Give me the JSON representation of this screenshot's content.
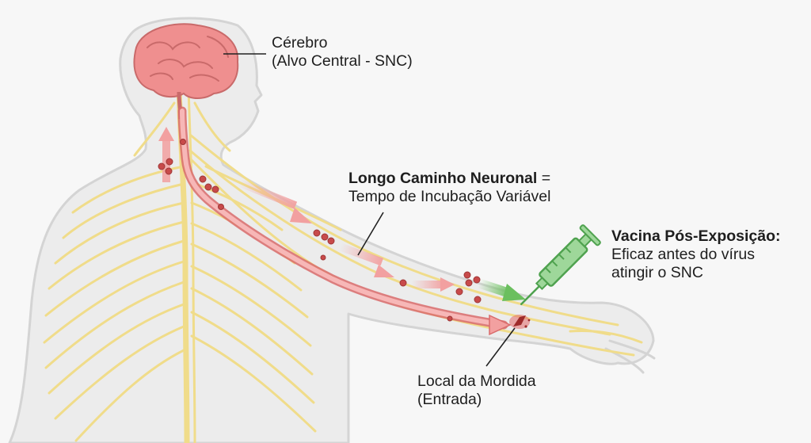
{
  "labels": {
    "brain": {
      "line1": "Cérebro",
      "line2": "(Alvo Central - SNC)"
    },
    "pathway": {
      "line1_bold": "Longo Caminho Neuronal",
      "line1_rest": " =",
      "line2": "Tempo de Incubação Variável"
    },
    "vaccine": {
      "line1_bold": "Vacina Pós-Exposição:",
      "line2": "Eficaz antes do vírus",
      "line3": "atingir o SNC"
    },
    "bite": {
      "line1": "Local da Mordida",
      "line2": "(Entrada)"
    }
  },
  "colors": {
    "background": "#f7f7f7",
    "skin_fill": "#ececec",
    "skin_outline": "#d4d4d4",
    "nerve": "#f0dc8a",
    "brain": "#ef8f8f",
    "brain_dark": "#c96a6a",
    "viral_path": "#f2a0a0",
    "viral_path_edge": "#d96b6b",
    "virus_particle": "#c84a4a",
    "syringe": "#9ed79a",
    "syringe_dark": "#4fa24f",
    "vaccine_arrow": "#6bbf5e"
  },
  "icons": [
    "brain-icon",
    "syringe-icon",
    "bite-wound-icon",
    "arrow-icon"
  ]
}
